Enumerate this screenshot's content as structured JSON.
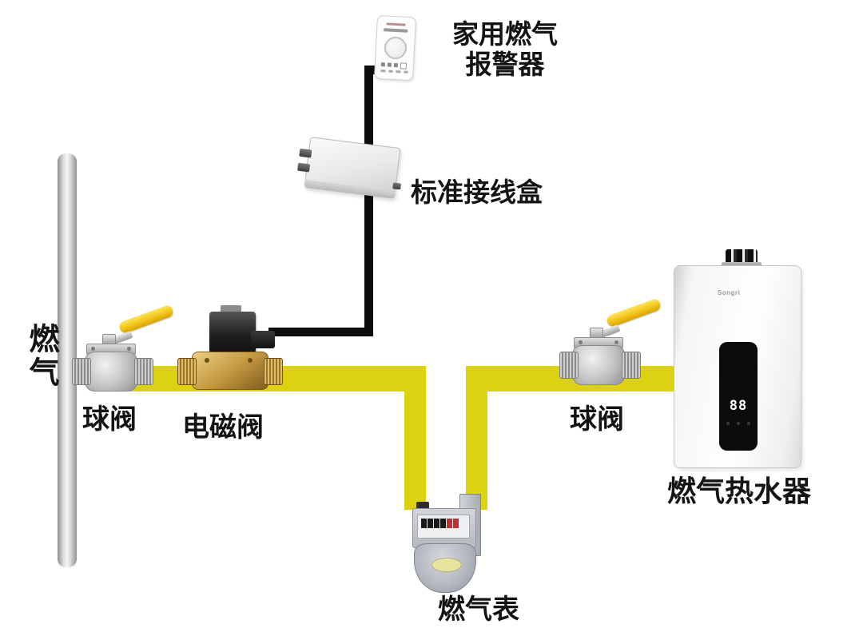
{
  "labels": {
    "gas_supply": "燃气",
    "alarm_line1": "家用燃气",
    "alarm_line2": "报警器",
    "junction_box": "标准接线盒",
    "ball_valve_left": "球阀",
    "solenoid_valve": "电磁阀",
    "gas_meter": "燃气表",
    "ball_valve_right": "球阀",
    "water_heater": "燃气热水器"
  },
  "water_heater": {
    "brand": "Songri",
    "display_value": "88"
  },
  "colors": {
    "pipe_yellow": "#ddd211",
    "valve_handle_yellow": "#f2c51a",
    "wire_black": "#0d0d0d",
    "riser_pipe_gray": "#c2c2c2",
    "meter_gray": "#b9bdc4",
    "heater_panel_black": "#0c0c0c"
  }
}
